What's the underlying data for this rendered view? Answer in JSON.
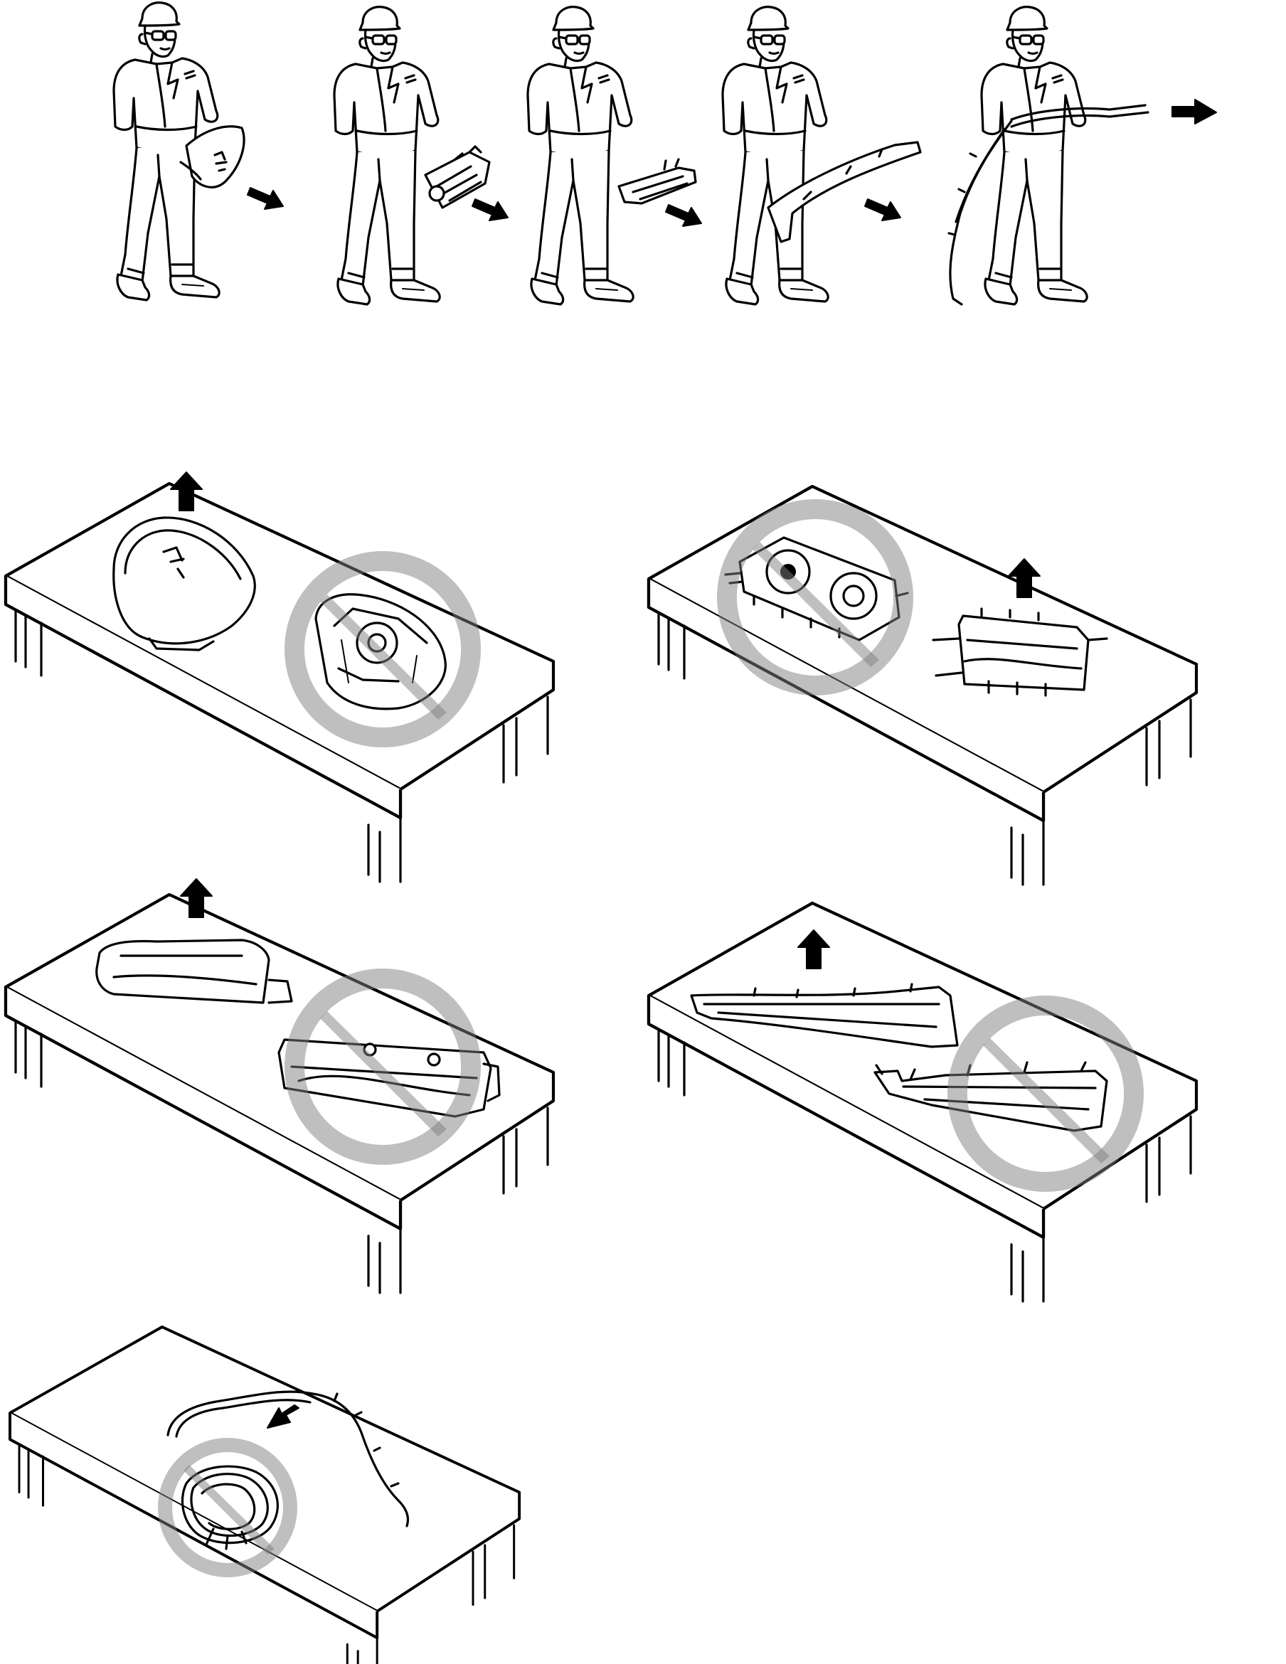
{
  "figure": {
    "kind": "safety illustration",
    "background_color": "#ffffff",
    "line_color": "#000000",
    "prohibition_color": "#808080",
    "people": [
      {
        "item": "steering-wheel-airbag",
        "direction": "down-right"
      },
      {
        "item": "passenger-airbag",
        "direction": "down-right"
      },
      {
        "item": "knee-airbag",
        "direction": "down-right"
      },
      {
        "item": "seat-side-airbag",
        "direction": "down-right"
      },
      {
        "item": "curtain-airbag",
        "direction": "right"
      }
    ],
    "tables": [
      {
        "item": "steering-wheel-airbag",
        "allowed": "trim-side-up",
        "prohibited": "trim-side-down",
        "arrow": "up"
      },
      {
        "item": "passenger-airbag",
        "allowed": "trim-side-up",
        "prohibited": "trim-side-down",
        "arrow": "up"
      },
      {
        "item": "knee-airbag",
        "allowed": "trim-side-up",
        "prohibited": "trim-side-down",
        "arrow": "up"
      },
      {
        "item": "seat-side-airbag",
        "allowed": "trim-side-up",
        "prohibited": "trim-side-down",
        "arrow": "up"
      },
      {
        "item": "curtain-airbag",
        "allowed": "laid-out",
        "prohibited": "coiled",
        "arrow": "down-left"
      }
    ]
  }
}
